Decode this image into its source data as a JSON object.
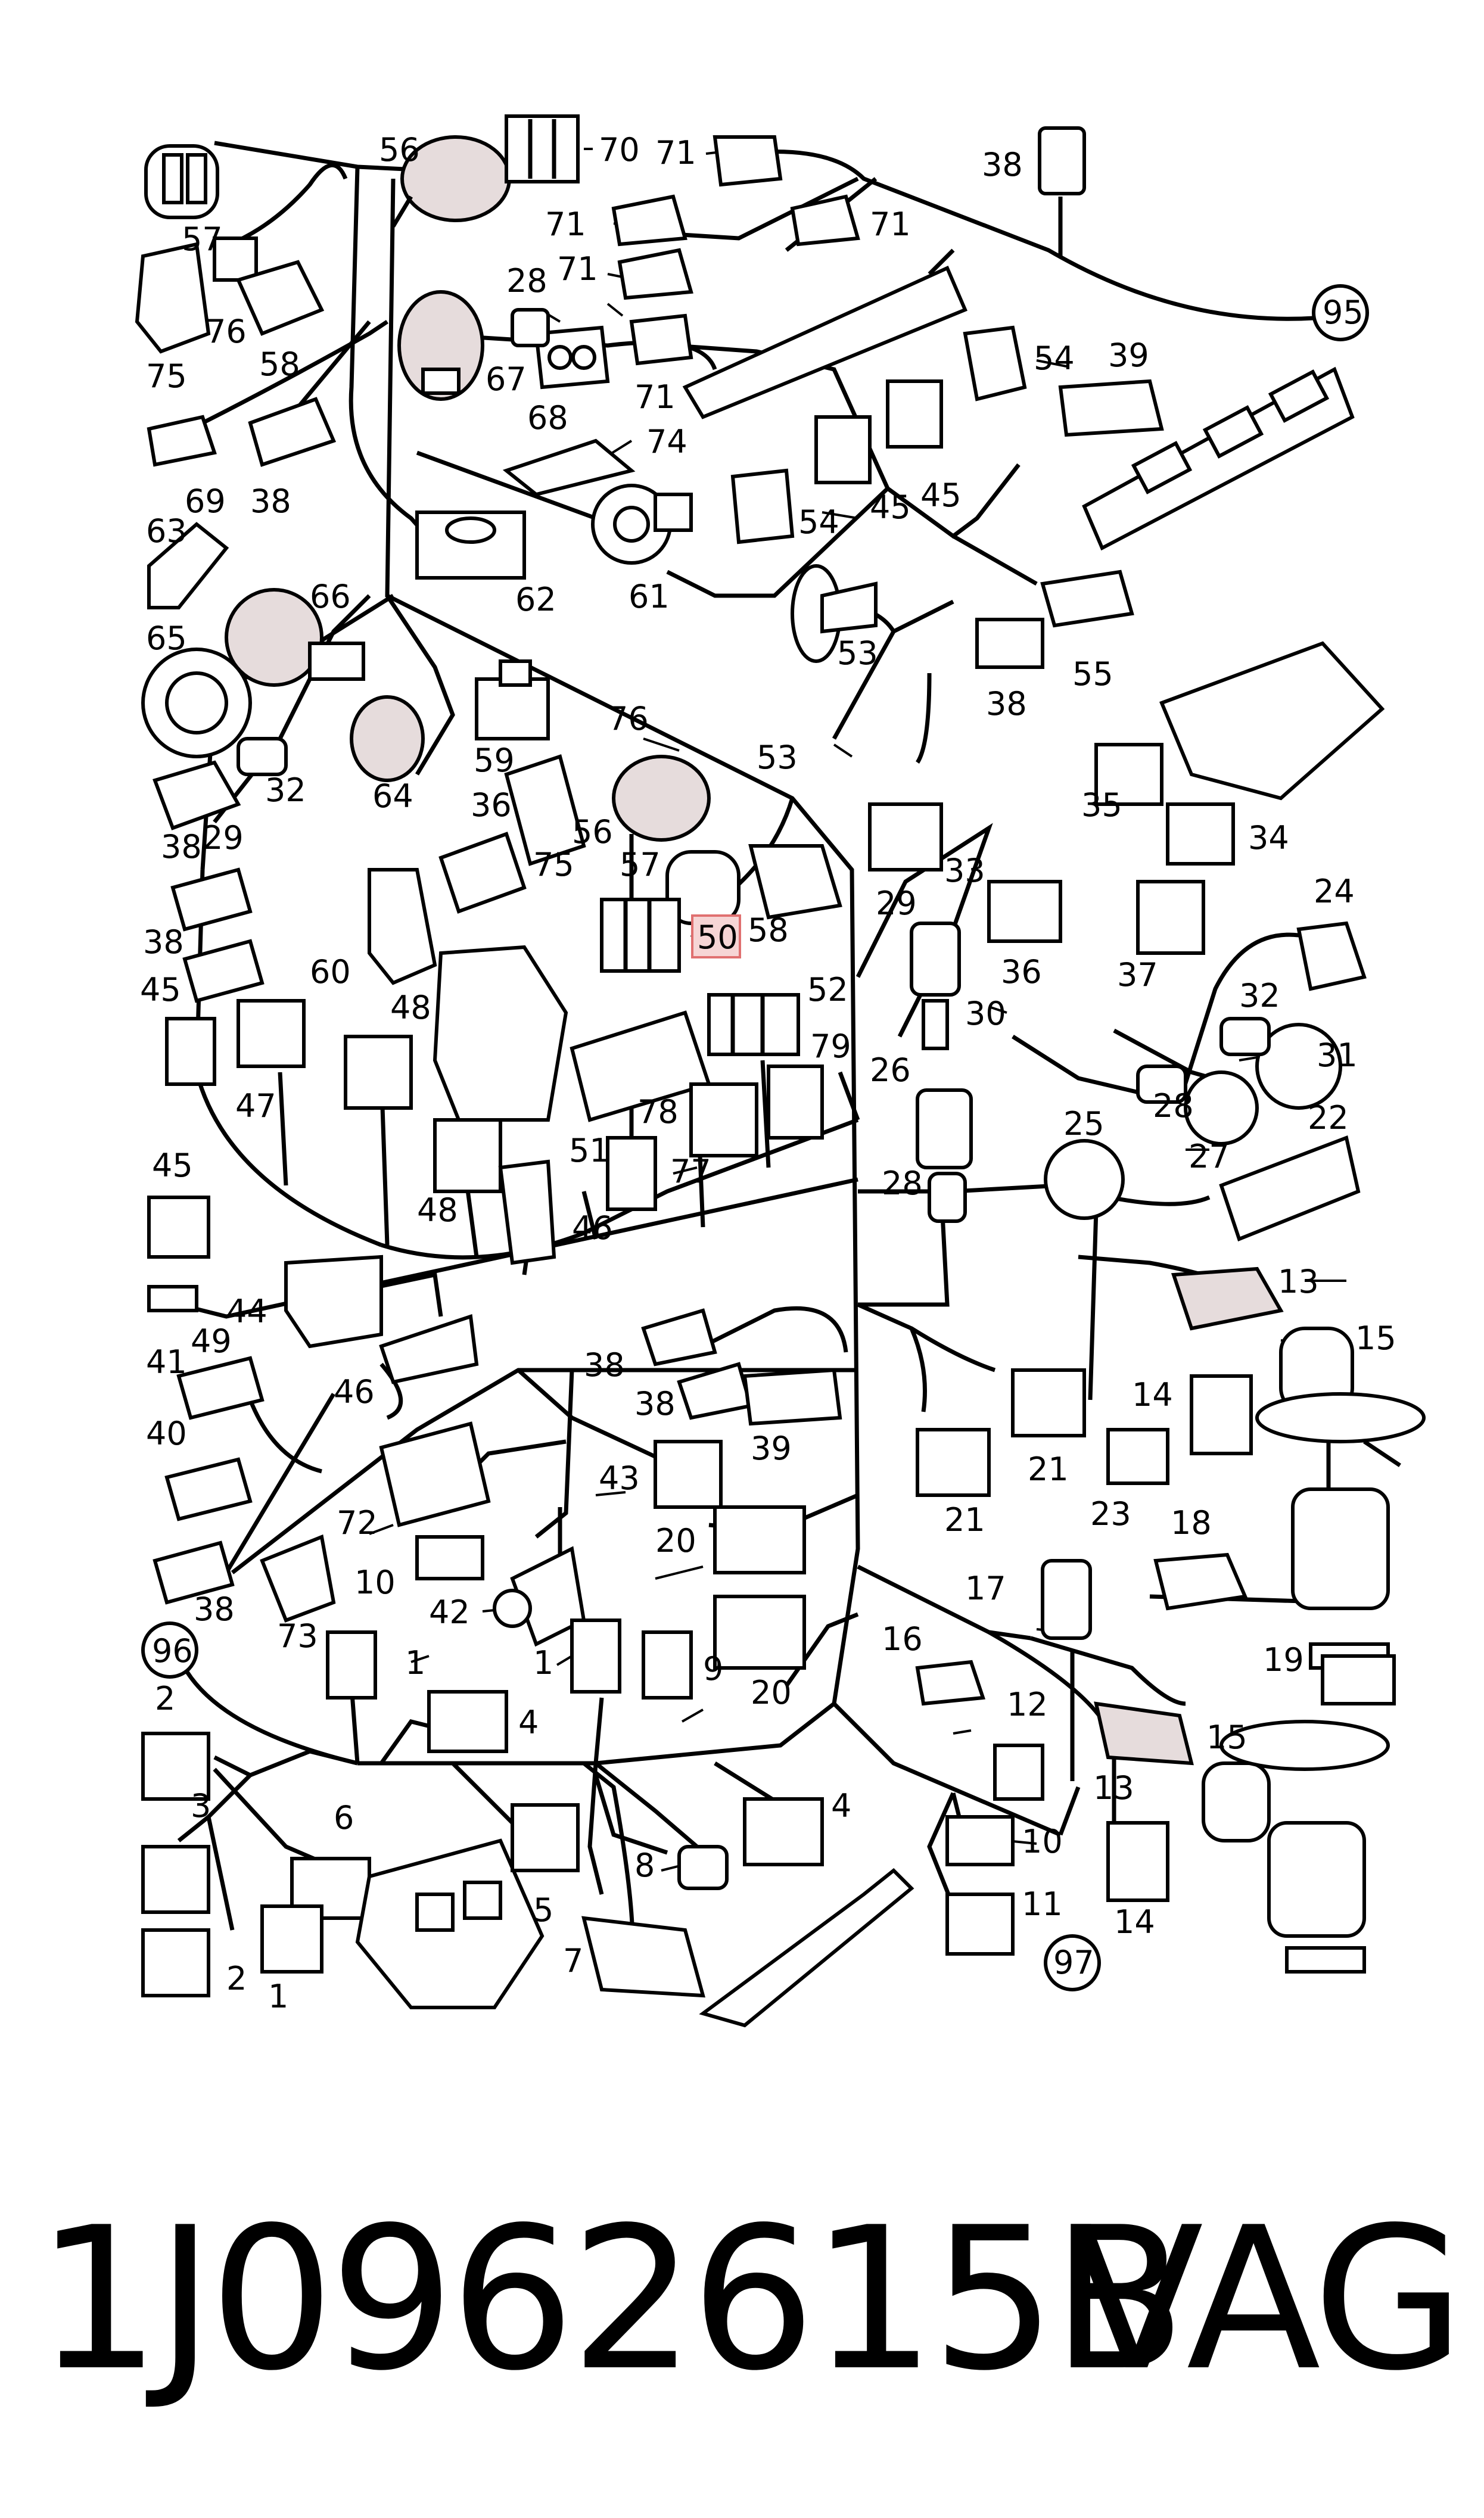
{
  "callouts": {
    "c56": "56",
    "c70": "70",
    "c71a": "71",
    "c38a": "38",
    "c57a": "57",
    "c71b": "71",
    "c71c": "71",
    "c71d": "71",
    "c71e": "71",
    "c76a": "76",
    "c58a": "58",
    "c75a": "75",
    "c28a": "28",
    "c67": "67",
    "c68": "68",
    "c95": "95",
    "c54a": "54",
    "c39a": "39",
    "c74": "74",
    "c69": "69",
    "c38b": "38",
    "c45a": "45",
    "c45b": "45",
    "c54b": "54",
    "c63": "63",
    "c62": "62",
    "c61": "61",
    "c66": "66",
    "c65": "65",
    "c53a": "53",
    "c55": "55",
    "c38c": "38",
    "c76b": "76",
    "c32a": "32",
    "c64": "64",
    "c59": "59",
    "c36a": "36",
    "c53b": "53",
    "c29a": "29",
    "c75b": "75",
    "c56b": "56",
    "c35": "35",
    "c34": "34",
    "c38d": "38",
    "c57b": "57",
    "c33": "33",
    "c24": "24",
    "c50": "50",
    "c58b": "58",
    "c29b": "29",
    "c38e": "38",
    "c60": "60",
    "c36b": "36",
    "c37": "37",
    "c45c": "45",
    "c48a": "48",
    "c52": "52",
    "c30": "30",
    "c32b": "32",
    "c47": "47",
    "c79": "79",
    "c31": "31",
    "c26": "26",
    "c28b": "28",
    "c22": "22",
    "c51": "51",
    "c78": "78",
    "c25": "25",
    "c27": "27",
    "c45d": "45",
    "c48b": "48",
    "c77": "77",
    "c28c": "28",
    "c46a": "46",
    "c13a": "13",
    "c44": "44",
    "c49": "49",
    "c15a": "15",
    "c41": "41",
    "c46b": "46",
    "c38f": "38",
    "c38g": "38",
    "c14a": "14",
    "c39b": "39",
    "c40": "40",
    "c21a": "21",
    "c43": "43",
    "c72": "72",
    "c21b": "21",
    "c23": "23",
    "c20a": "20",
    "c18": "18",
    "c10a": "10",
    "c38h": "38",
    "c73": "73",
    "c42": "42",
    "c17": "17",
    "c96": "96",
    "c1a": "1",
    "c1b": "1",
    "c9": "9",
    "c20b": "20",
    "c16": "16",
    "c19": "19",
    "c2a": "2",
    "c4a": "4",
    "c12": "12",
    "c15b": "15",
    "c13b": "13",
    "c3": "3",
    "c6": "6",
    "c4b": "4",
    "c10b": "10",
    "c14b": "14",
    "c8": "8",
    "c5": "5",
    "c11": "11",
    "c7": "7",
    "c2b": "2",
    "c1c": "1",
    "c97": "97"
  },
  "highlight": {
    "label": "50",
    "fill": "#f6d5d5",
    "stroke": "#e07070"
  },
  "footer": {
    "part_number": "1J0962615B",
    "brand": "VAG"
  }
}
